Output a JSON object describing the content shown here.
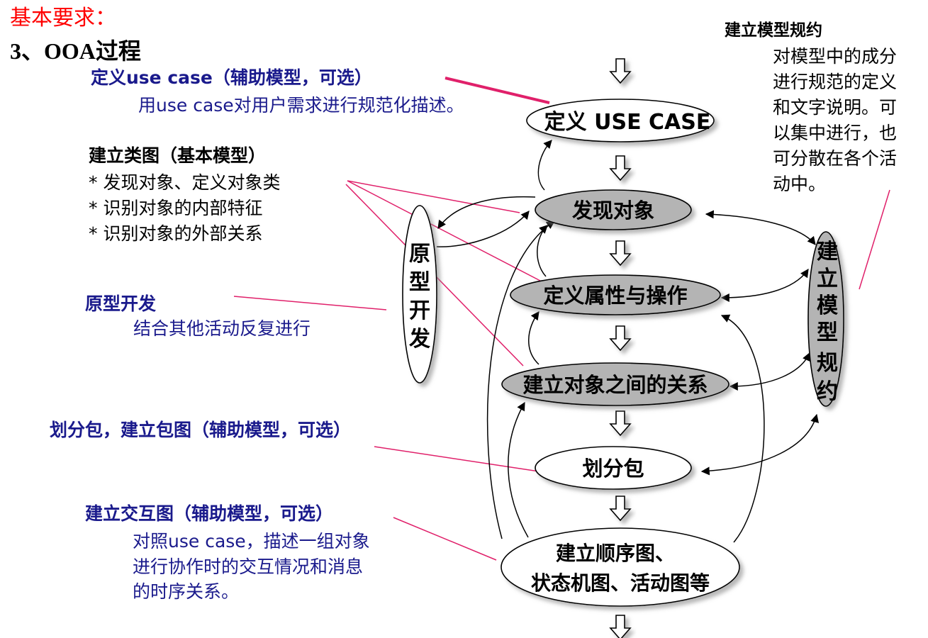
{
  "header": {
    "requirement": "基本要求：",
    "section": "3、OOA过程"
  },
  "colors": {
    "title_red": "#ff0000",
    "navy": "#1a1a8c",
    "pointer_line": "#e0206a",
    "node_gray": "#b4b4b4"
  },
  "left_notes": {
    "use_case": {
      "title": "定义use case（辅助模型，可选）",
      "body": "用use case对用户需求进行规范化描述。"
    },
    "class_diagram": {
      "title": "建立类图（基本模型）",
      "items": [
        "* 发现对象、定义对象类",
        "* 识别对象的内部特征",
        "* 识别对象的外部关系"
      ]
    },
    "prototype": {
      "title": "原型开发",
      "body": "结合其他活动反复进行"
    },
    "package": {
      "title": "划分包，建立包图（辅助模型，可选）"
    },
    "interaction": {
      "title": "建立交互图（辅助模型，可选）",
      "body": [
        "对照use case，描述一组对象",
        "进行协作时的交互情况和消息",
        "的时序关系。"
      ]
    }
  },
  "right_note": {
    "title": "建立模型规约",
    "body": [
      "对模型中的成分",
      "进行规范的定义",
      "和文字说明。可",
      "以集中进行，也",
      "可分散在各个活",
      "动中。"
    ]
  },
  "flow_nodes": {
    "use_case": "定义 USE CASE",
    "find_objects": "发现对象",
    "attributes": "定义属性与操作",
    "relations": "建立对象之间的关系",
    "packages": "划分包",
    "diagrams": [
      "建立顺序图、",
      "状态机图、活动图等"
    ]
  },
  "side_nodes": {
    "prototype": [
      "原",
      "型",
      "开",
      "发"
    ],
    "spec": [
      "建",
      "立",
      "模",
      "型",
      "规",
      "约"
    ]
  }
}
